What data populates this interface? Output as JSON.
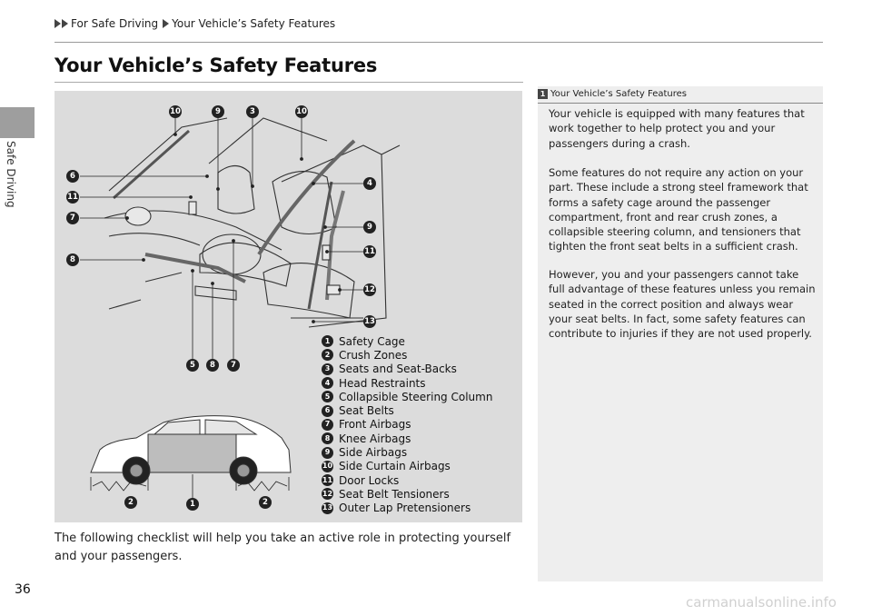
{
  "side_tab": {
    "label": "Safe Driving"
  },
  "breadcrumb": {
    "items": [
      "For Safe Driving",
      "Your Vehicle’s Safety Features"
    ]
  },
  "page_title": "Your Vehicle’s Safety Features",
  "figure": {
    "callouts": {
      "c10a": "10",
      "c9a": "9",
      "c3": "3",
      "c10b": "10",
      "c6": "6",
      "c11a": "11",
      "c7a": "7",
      "c8a": "8",
      "c4": "4",
      "c9b": "9",
      "c11b": "11",
      "c12": "12",
      "c13": "13",
      "c5": "5",
      "c8b": "8",
      "c7b": "7",
      "c2a": "2",
      "c1": "1",
      "c2b": "2"
    },
    "legend": [
      {
        "num": "1",
        "label": "Safety Cage"
      },
      {
        "num": "2",
        "label": "Crush Zones"
      },
      {
        "num": "3",
        "label": "Seats and Seat-Backs"
      },
      {
        "num": "4",
        "label": "Head Restraints"
      },
      {
        "num": "5",
        "label": "Collapsible Steering Column"
      },
      {
        "num": "6",
        "label": "Seat Belts"
      },
      {
        "num": "7",
        "label": "Front Airbags"
      },
      {
        "num": "8",
        "label": "Knee Airbags"
      },
      {
        "num": "9",
        "label": "Side Airbags"
      },
      {
        "num": "10",
        "label": "Side Curtain Airbags"
      },
      {
        "num": "11",
        "label": "Door Locks"
      },
      {
        "num": "12",
        "label": "Seat Belt Tensioners"
      },
      {
        "num": "13",
        "label": "Outer Lap Pretensioners"
      }
    ]
  },
  "body_text": "The following checklist will help you take an active role in protecting yourself and your passengers.",
  "note": {
    "marker": "1",
    "heading": "Your Vehicle’s Safety Features",
    "paragraphs": [
      "Your vehicle is equipped with many features that work together to help protect you and your passengers during a crash.",
      "Some features do not require any action on your part. These include a strong steel framework that forms a safety cage around the passenger compartment, front and rear crush zones, a collapsible steering column, and tensioners that tighten the front seat belts in a sufficient crash.",
      "However, you and your passengers cannot take full advantage of these features unless you remain seated in the correct position and always wear your seat belts. In fact, some safety features can contribute to injuries if they are not used properly."
    ]
  },
  "page_number": "36",
  "watermark": "carmanualsonline.info"
}
